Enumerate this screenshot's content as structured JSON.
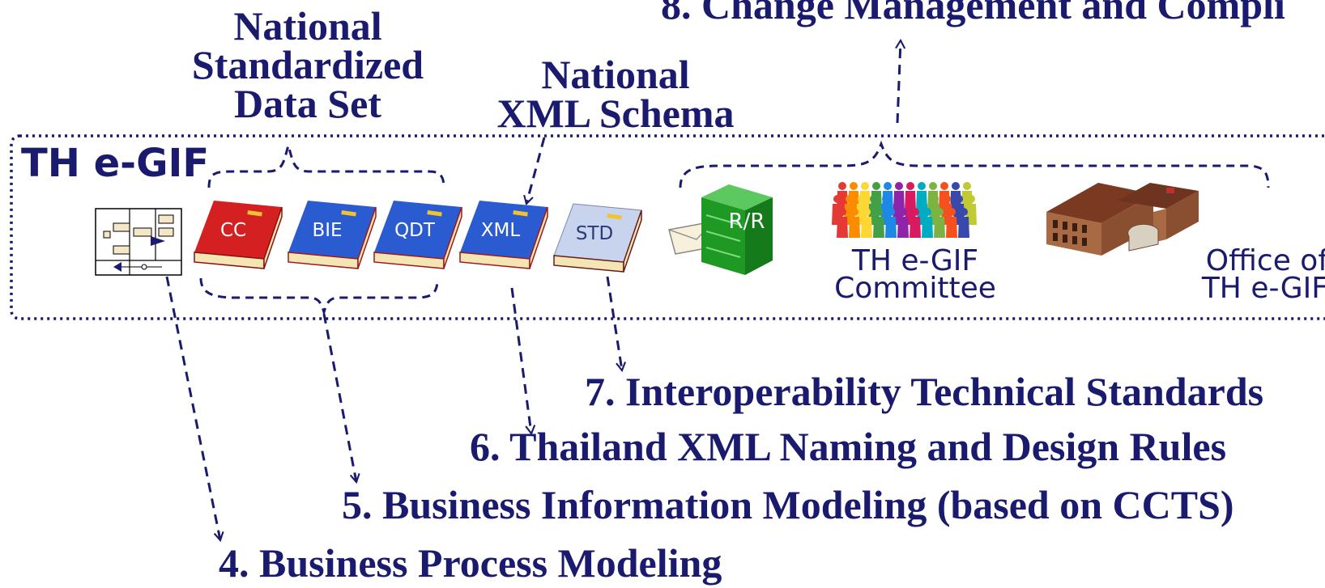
{
  "headings": {
    "national_data_set": [
      "National",
      "Standardized",
      "Data Set"
    ],
    "national_xml_schema": [
      "National",
      "XML Schema"
    ]
  },
  "egif_label": "TH e-GIF",
  "books": [
    "CC",
    "BIE",
    "QDT",
    "XML",
    "STD"
  ],
  "server_label": "R/R",
  "committee_caption": [
    "TH e-GIF",
    "Committee"
  ],
  "office_caption": [
    "Office of",
    "TH e-GIF"
  ],
  "items": {
    "item4": "4. Business Process Modeling",
    "item5": "5. Business Information Modeling (based on CCTS)",
    "item6": "6. Thailand XML Naming and Design Rules",
    "item7": "7. Interoperability Technical Standards",
    "item8": "8. Change Management and Compli"
  },
  "colors": {
    "navy": "#1a1a6e",
    "book_cc": "#d42020",
    "book_blue": "#2a5bd0",
    "book_std": "#c8d4ee",
    "server_green": "#1e9a24"
  }
}
